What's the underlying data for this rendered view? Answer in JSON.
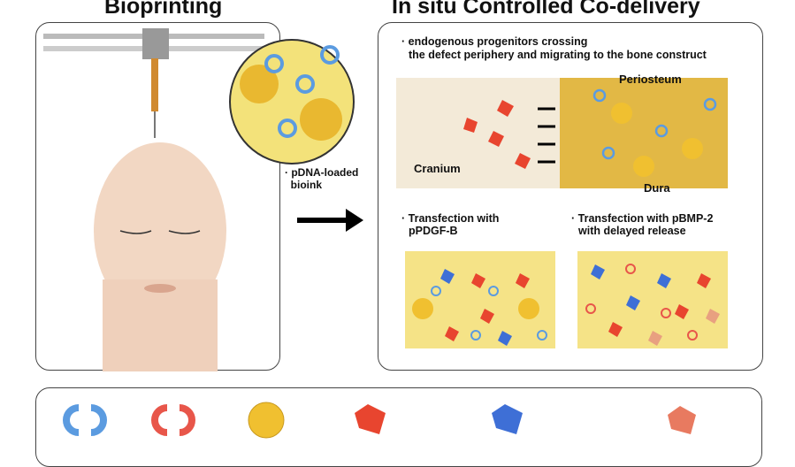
{
  "titles": {
    "left": "Bioprinting",
    "right": "In situ Controlled Co-delivery"
  },
  "left_panel": {
    "bioink_label": "· pDNA-loaded\n  bioink"
  },
  "right_panel": {
    "migration_note_line1": "· endogenous progenitors crossing",
    "migration_note_line2": "the defect periphery and migrating to the bone construct",
    "labels": {
      "periosteum": "Periosteum",
      "cranium": "Cranium",
      "dura": "Dura"
    },
    "pdgf_line1": "· Transfection with",
    "pdgf_line2": "pPDGF-B",
    "bmp_line1": "· Transfection with pBMP-2",
    "bmp_line2": "with delayed release"
  },
  "colors": {
    "blue_pdna": "#5b9be0",
    "red_pdna": "#e8564a",
    "bioink": "#f3e27a",
    "cell_red": "#e8452f",
    "cell_blue": "#3e6fd6"
  }
}
